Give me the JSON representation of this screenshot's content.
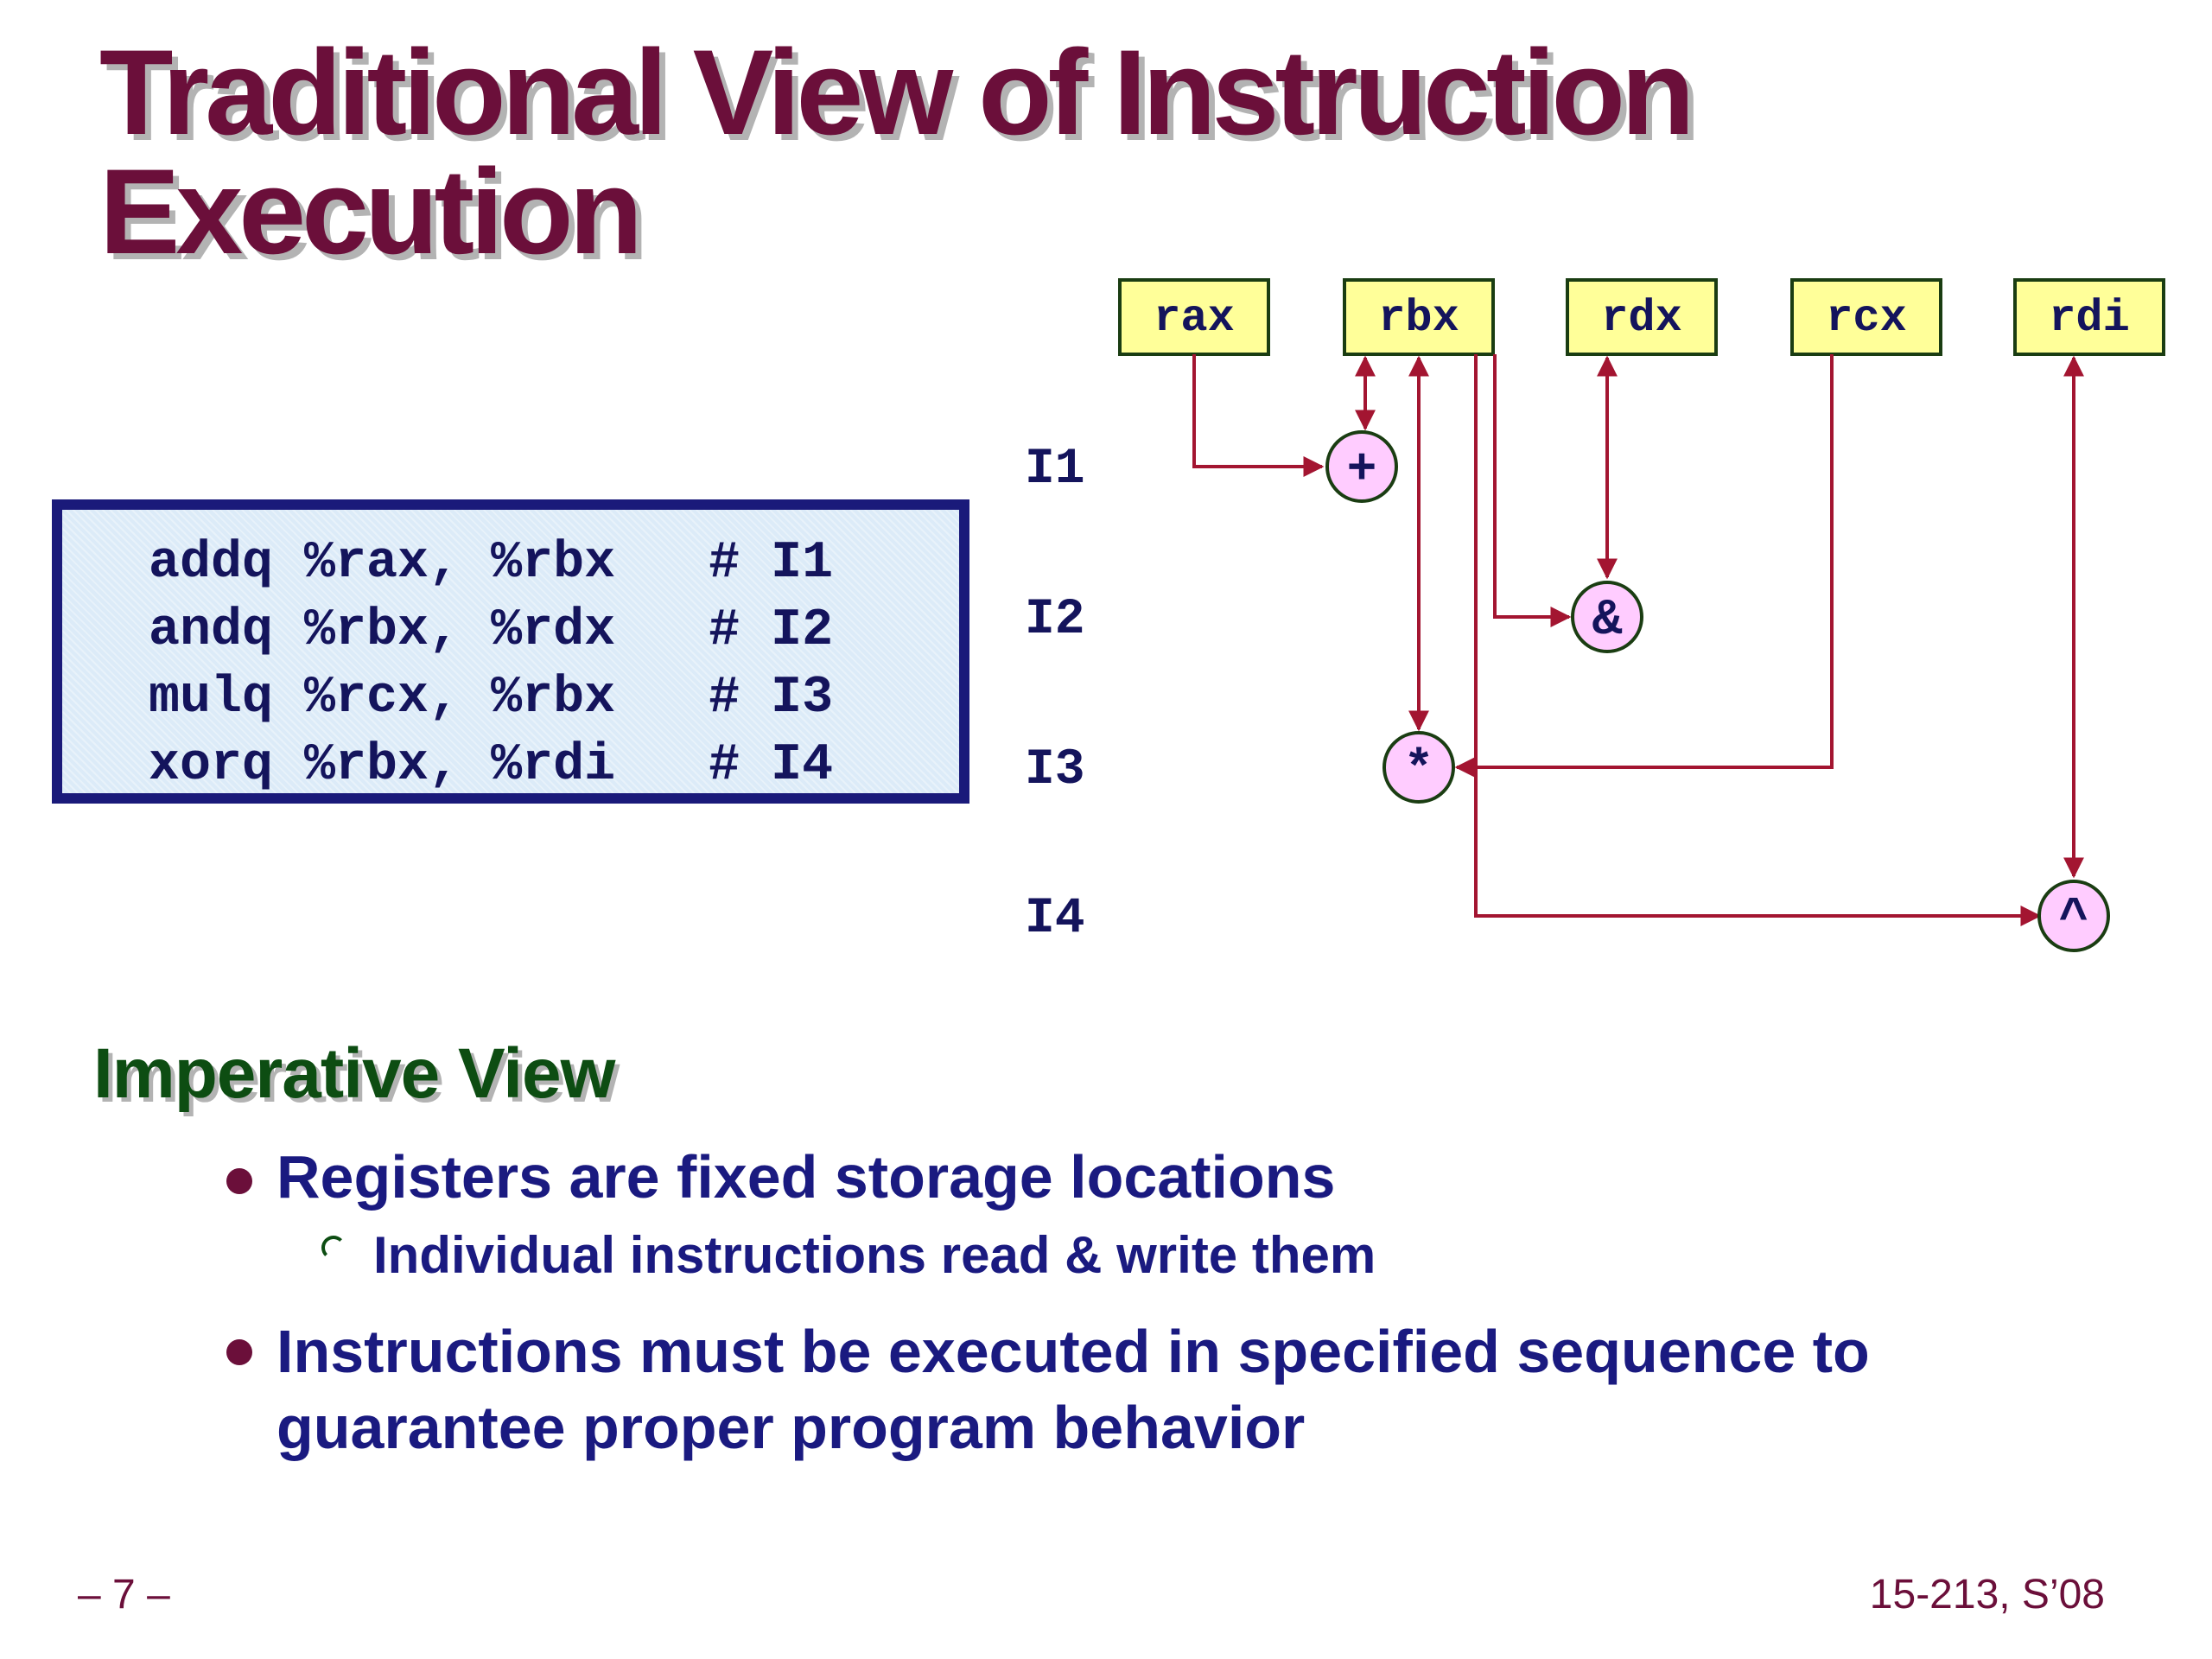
{
  "title": {
    "line1": "Traditional View of Instruction",
    "line2": "Execution"
  },
  "code": {
    "lines": [
      "addq %rax, %rbx   # I1",
      "andq %rbx, %rdx   # I2",
      "mulq %rcx, %rbx   # I3",
      "xorq %rbx, %rdi   # I4"
    ]
  },
  "diagram": {
    "registers": [
      "rax",
      "rbx",
      "rdx",
      "rcx",
      "rdi"
    ],
    "instructions": [
      "I1",
      "I2",
      "I3",
      "I4"
    ],
    "operations": [
      "+",
      "&",
      "*",
      "^"
    ]
  },
  "section": {
    "heading": "Imperative View",
    "bullets": [
      "Registers are fixed storage locations",
      "Instructions must be executed in specified sequence to",
      "guarantee proper program behavior"
    ],
    "sub_bullet": "Individual instructions read & write them"
  },
  "footer": {
    "page": "– 7 –",
    "course": "15-213, S’08"
  },
  "colors": {
    "title": "#6b0f3a",
    "heading": "#0d4d12",
    "bullet_text": "#1a1a80",
    "register_box": "#ffff99",
    "op_circle": "#ffccff",
    "arrow": "#a31531"
  }
}
